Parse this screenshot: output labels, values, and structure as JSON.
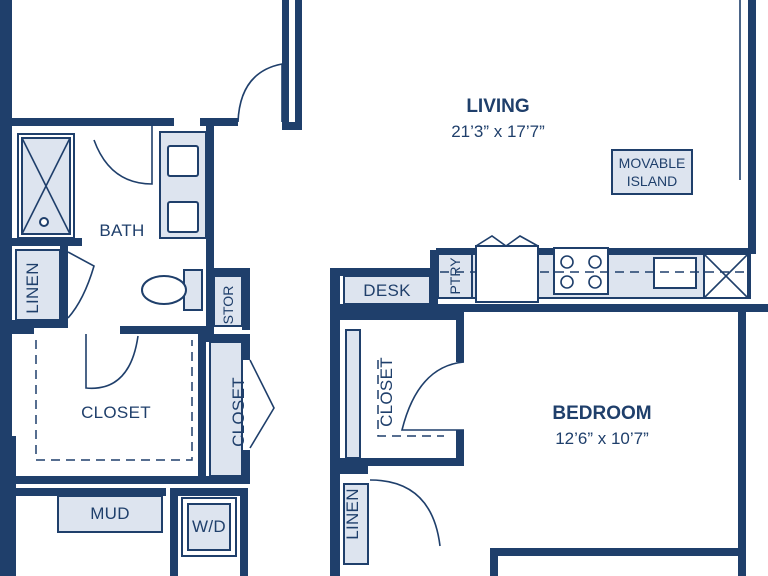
{
  "rooms": {
    "living": {
      "name": "LIVING",
      "dims": "21’3” x 17’7”"
    },
    "bedroom": {
      "name": "BEDROOM",
      "dims": "12’6” x 10’7”"
    },
    "bath": {
      "name": "BATH"
    },
    "closet_main": {
      "name": "CLOSET"
    },
    "closet_hall": {
      "name": "CLOSET"
    },
    "closet_bedroom": {
      "name": "CLOSET"
    },
    "linen_bath": {
      "name": "LINEN"
    },
    "linen_bedroom": {
      "name": "LINEN"
    },
    "stor": {
      "name": "STOR"
    },
    "desk": {
      "name": "DESK"
    },
    "ptry": {
      "name": "PTRY"
    },
    "mud": {
      "name": "MUD"
    },
    "wd": {
      "name": "W/D"
    }
  },
  "island": {
    "line1": "MOVABLE",
    "line2": "ISLAND"
  },
  "colors": {
    "wall": "#1f3f6b",
    "fixture": "#dde4ef",
    "background": "#ffffff"
  },
  "icons": [
    "shower-icon",
    "sink-icon",
    "toilet-icon",
    "stove-icon",
    "fridge-icon",
    "dishwasher-icon",
    "door-swing-icon"
  ]
}
